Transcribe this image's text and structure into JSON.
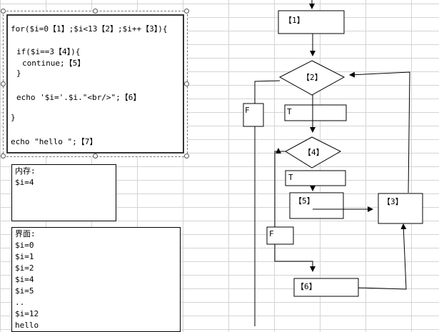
{
  "code": {
    "lines": [
      "for($i=0【1】;$i<13【2】;$i++【3】){",
      "if($i==3【4】){",
      "continue;【5】",
      "}",
      "echo '$i='.$i.\"<br/>\";【6】",
      "}",
      "echo \"hello \";【7】"
    ]
  },
  "memory": {
    "title": "内存:",
    "value": "$i=4"
  },
  "screen": {
    "title": "界面:",
    "lines": [
      "$i=0",
      "$i=1",
      "$i=2",
      "$i=4",
      "$i=5",
      "..",
      "$i=12",
      "hello"
    ]
  },
  "flowchart": {
    "init_box": "【1】",
    "cond1": "【2】",
    "true1": "T",
    "false1": "F",
    "cond2": "【4】",
    "true2": "T",
    "continue_box": "【5】",
    "false2": "F",
    "echo_box": "【6】",
    "incr_box": "【3】"
  }
}
